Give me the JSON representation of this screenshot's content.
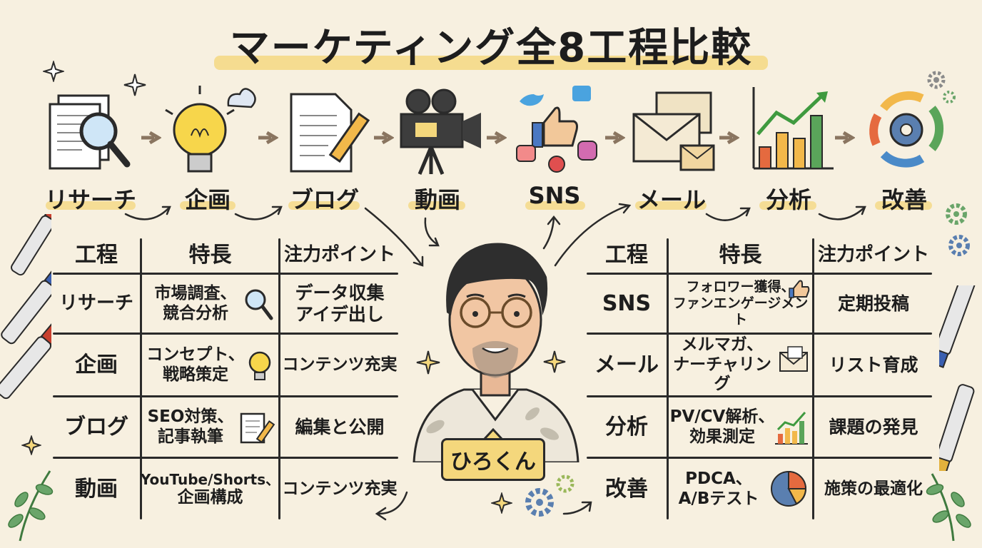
{
  "title": "マーケティング全8工程比較",
  "steps": [
    "リサーチ",
    "企画",
    "ブログ",
    "動画",
    "SNS",
    "メール",
    "分析",
    "改善"
  ],
  "table_headers": {
    "process": "工程",
    "feature": "特長",
    "point": "注力ポイント"
  },
  "left_table": [
    {
      "name": "リサーチ",
      "feature_1": "市場調査、",
      "feature_2": "競合分析",
      "point_1": "データ収集",
      "point_2": "アイデ出し",
      "icon": "magnifier-icon"
    },
    {
      "name": "企画",
      "feature_1": "コンセプト、",
      "feature_2": "戦略策定",
      "point_1": "コンテンツ充実",
      "point_2": "",
      "icon": "lightbulb-icon"
    },
    {
      "name": "ブログ",
      "feature_1": "SEO対策、",
      "feature_2": "記事執筆",
      "point_1": "編集と公開",
      "point_2": "",
      "icon": "document-pencil-icon"
    },
    {
      "name": "動画",
      "feature_1": "YouTube/Shorts、",
      "feature_2": "企画構成",
      "point_1": "コンテンツ充実",
      "point_2": "",
      "icon": ""
    }
  ],
  "right_table": [
    {
      "name": "SNS",
      "feature_1": "フォロワー獲得、",
      "feature_2": "ファンエンゲージメント",
      "point_1": "定期投稿",
      "point_2": "",
      "icon": "thumbs-up-icon"
    },
    {
      "name": "メール",
      "feature_1": "メルマガ、",
      "feature_2": "ナーチャリング",
      "point_1": "リスト育成",
      "point_2": "",
      "icon": "envelope-icon"
    },
    {
      "name": "分析",
      "feature_1": "PV/CV解析、",
      "feature_2": "効果測定",
      "point_1": "課題の発見",
      "point_2": "",
      "icon": "bar-chart-icon"
    },
    {
      "name": "改善",
      "feature_1": "PDCA、",
      "feature_2": "A/Bテスト",
      "point_1": "施策の最適化",
      "point_2": "",
      "icon": "pie-chart-icon"
    }
  ],
  "character": {
    "name": "ひろくん"
  },
  "colors": {
    "background": "#f7f0e0",
    "highlight": "#f4d77c",
    "ink": "#2a2a2a"
  }
}
